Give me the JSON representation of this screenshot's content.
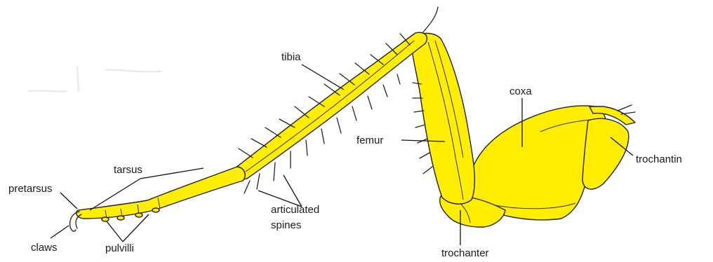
{
  "labels": {
    "tibia": "tibia",
    "coxa": "coxa",
    "femur": "femur",
    "trochantin": "trochantin",
    "tarsus": "tarsus",
    "pretarsus": "pretarsus",
    "articulated_line1": "articulated",
    "articulated_line2": "spines",
    "claws": "claws",
    "pulvilli": "pulvilli",
    "trochanter": "trochanter"
  },
  "colors": {
    "leg_fill": "#ffee00",
    "outline": "#222222",
    "label_text": "#1a1a1a"
  }
}
